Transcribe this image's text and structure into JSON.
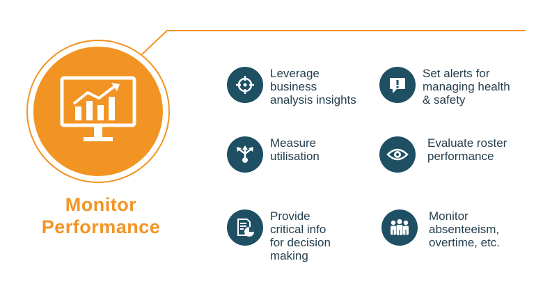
{
  "colors": {
    "accent": "#F29423",
    "icon_bg": "#1E4F63",
    "text": "#243E4E"
  },
  "hero": {
    "icon": "monitor-chart-icon",
    "title_lines": [
      "Monitor",
      "Performance"
    ]
  },
  "features": [
    {
      "id": "insights",
      "icon": "crosshair-icon",
      "lines": [
        "Leverage",
        "business",
        "analysis insights"
      ]
    },
    {
      "id": "alerts",
      "icon": "alert-bubble-icon",
      "lines": [
        "Set alerts for",
        "managing health",
        "& safety"
      ]
    },
    {
      "id": "utilisation",
      "icon": "split-arrows-icon",
      "lines": [
        "Measure",
        "utilisation"
      ]
    },
    {
      "id": "roster",
      "icon": "eye-icon",
      "lines": [
        "Evaluate roster",
        "performance"
      ]
    },
    {
      "id": "critical-info",
      "icon": "report-chart-icon",
      "lines": [
        "Provide",
        "critical info",
        "for decision",
        "making"
      ]
    },
    {
      "id": "absenteeism",
      "icon": "people-group-icon",
      "lines": [
        "Monitor",
        "absenteeism,",
        "overtime, etc."
      ]
    }
  ]
}
